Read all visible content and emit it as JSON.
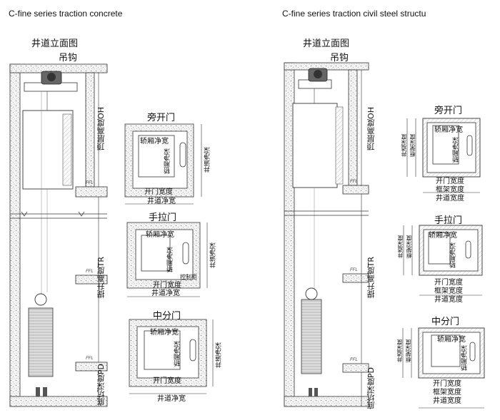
{
  "left": {
    "title": "C-fine series traction concrete",
    "elevation_title": "井道立面图",
    "hook": "吊钩",
    "overhead": "顶层高度OH",
    "travel": "提升高度TR",
    "pit": "底坑深度PD",
    "ffl": "FFL",
    "plans": [
      {
        "title": "旁开门",
        "car_width": "轿厢净宽",
        "car_depth": "轿厢净深",
        "shaft_depth": "井道净深",
        "door_width": "开门宽度",
        "shaft_width": "井道净宽"
      },
      {
        "title": "手拉门",
        "car_width": "轿厢净宽",
        "car_depth": "轿厢净深",
        "shaft_depth": "井道净深",
        "door_width": "开门宽度",
        "shaft_width": "井道净宽",
        "extra": "控制柜"
      },
      {
        "title": "中分门",
        "car_width": "轿厢净宽",
        "car_depth": "轿厢净深",
        "shaft_depth": "井道净深",
        "door_width": "开门宽度",
        "shaft_width": "井道净宽"
      }
    ]
  },
  "right": {
    "title": "C-fine series traction civil steel structu",
    "elevation_title": "井道立面图",
    "hook": "吊钩",
    "overhead": "顶层高度OH",
    "travel": "提升高度TR",
    "pit": "底坑深度PD",
    "ffl": "FFL",
    "plans": [
      {
        "title": "旁开门",
        "car_width": "轿厢净宽",
        "car_depth": "轿厢净深",
        "shaft_depth": "井道深度",
        "frame_depth": "框架深度",
        "door_width": "开门宽度",
        "frame_width": "框架宽度",
        "shaft_width": "井道宽度"
      },
      {
        "title": "手拉门",
        "car_width": "轿厢净宽",
        "car_depth": "轿厢净深",
        "shaft_depth": "井道深度",
        "frame_depth": "框架深度",
        "door_width": "开门宽度",
        "frame_width": "框架宽度",
        "shaft_width": "井道宽度"
      },
      {
        "title": "中分门",
        "car_width": "轿厢净宽",
        "car_depth": "轿厢净深",
        "shaft_depth": "井道深度",
        "frame_depth": "框架深度",
        "door_width": "开门宽度",
        "frame_width": "框架宽度",
        "shaft_width": "井道宽度"
      }
    ]
  }
}
